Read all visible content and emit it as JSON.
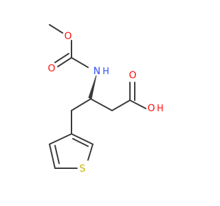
{
  "molecule": {
    "atom_labels": {
      "methoxy_o": "O",
      "carbonyl_o": "O",
      "amide_n": "N",
      "amide_h": "H",
      "acid_o": "O",
      "hydroxyl_o": "O",
      "hydroxyl_h": "H",
      "thiophene_s": "S"
    },
    "colors": {
      "bond": "#3a3a3a",
      "oxygen": "#ff0d0d",
      "nitrogen": "#3050f8",
      "sulfur": "#c8b400"
    }
  }
}
